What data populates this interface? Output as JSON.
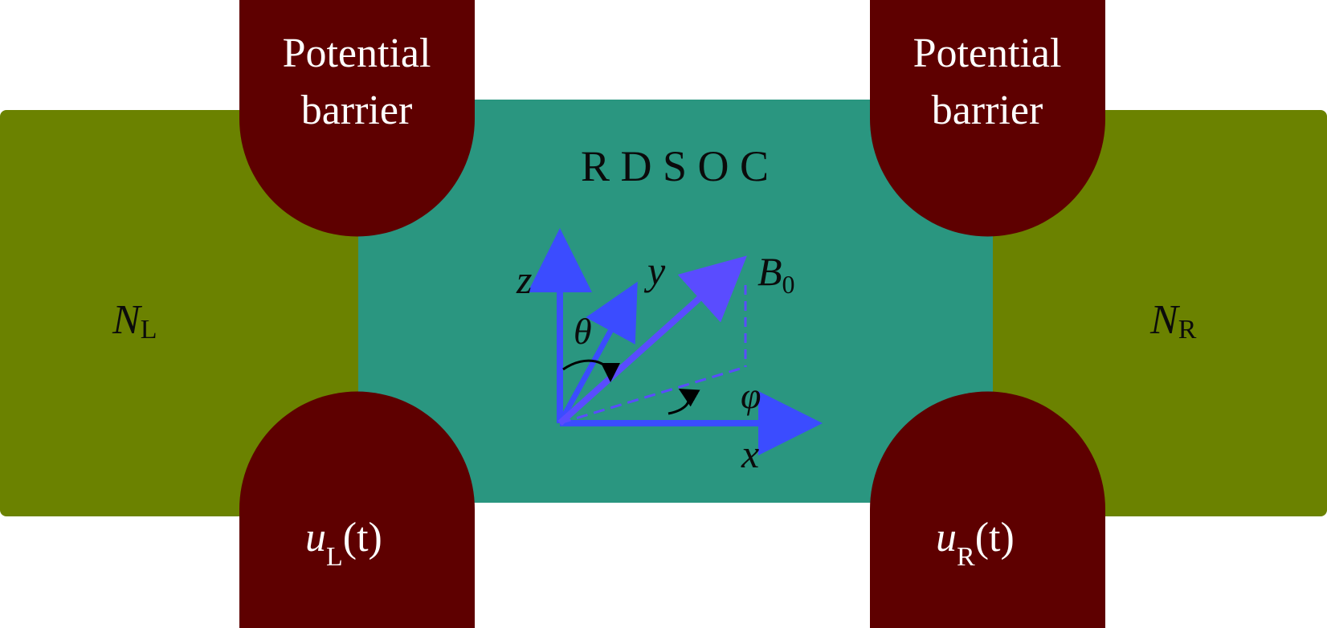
{
  "colors": {
    "lead": "#6b8200",
    "region": "#2a9680",
    "barrier": "#5e0000",
    "axis": "#3b4cff",
    "field": "#5a4cff",
    "text_dark": "#0b0b0b",
    "text_light": "#ffffff"
  },
  "region_label": "R D S O C",
  "left_lead": {
    "symbol": "N",
    "subscript": "L"
  },
  "right_lead": {
    "symbol": "N",
    "subscript": "R"
  },
  "barriers": {
    "top_left": [
      "Potential",
      "barrier"
    ],
    "top_right": [
      "Potential",
      "barrier"
    ]
  },
  "gates": {
    "left": {
      "symbol": "u",
      "subscript": "L",
      "argument": "(t)"
    },
    "right": {
      "symbol": "u",
      "subscript": "R",
      "argument": "(t)"
    }
  },
  "axes": {
    "x": "x",
    "y": "y",
    "z": "z",
    "theta": "θ",
    "phi": "φ",
    "field": {
      "symbol": "B",
      "subscript": "0"
    }
  }
}
